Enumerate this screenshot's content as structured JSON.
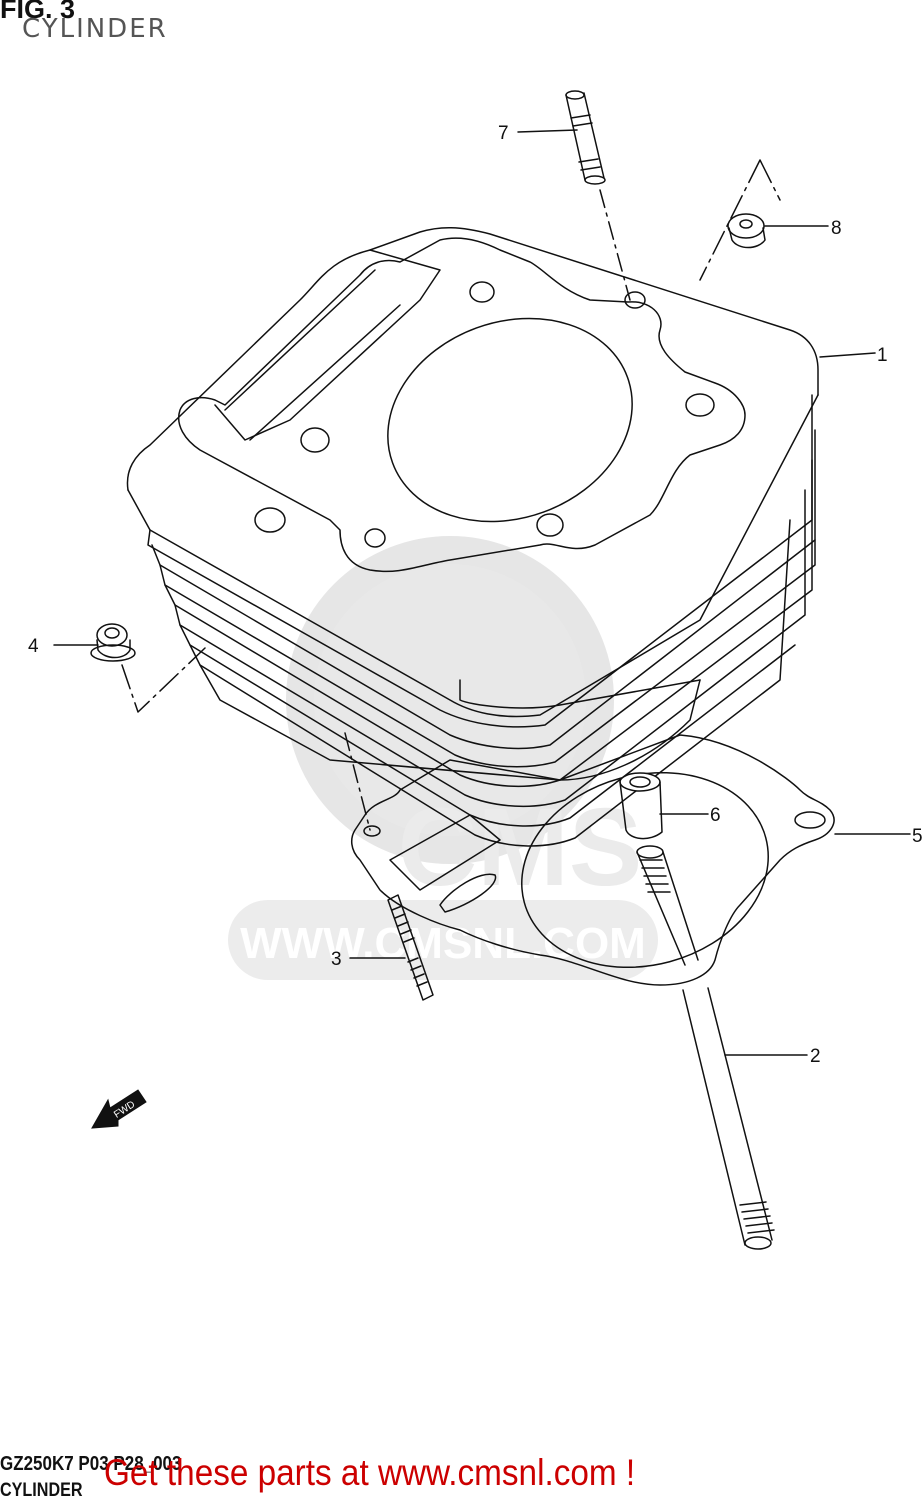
{
  "header": {
    "figure_label": "FIG. 3",
    "figure_title": "CYLINDER"
  },
  "diagram": {
    "watermark_text": "WWW.CMSNL.COM",
    "watermark_logo": "CMS",
    "fwd_arrow_label": "FWD",
    "callouts": [
      {
        "number": "1",
        "part": "cylinder"
      },
      {
        "number": "2",
        "part": "stud-bolt-long"
      },
      {
        "number": "3",
        "part": "stud-short"
      },
      {
        "number": "4",
        "part": "flange-nut-left"
      },
      {
        "number": "5",
        "part": "cylinder-base-gasket"
      },
      {
        "number": "6",
        "part": "dowel-pin"
      },
      {
        "number": "7",
        "part": "stud-top"
      },
      {
        "number": "8",
        "part": "flange-nut-right"
      }
    ]
  },
  "footer": {
    "diagram_code": "GZ250K7 P03 P28_003",
    "diagram_name": "CYLINDER",
    "promo_text": "Get these parts at www.cmsnl.com !",
    "promo_color": "#cc0000"
  }
}
